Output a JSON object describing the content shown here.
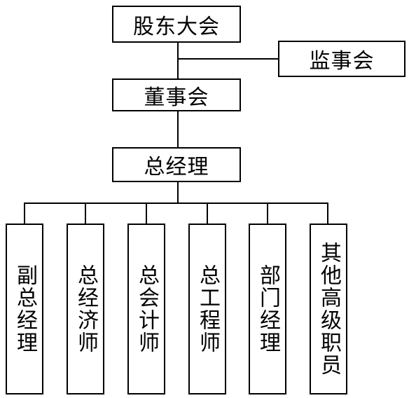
{
  "chart": {
    "top": {
      "shareholders": "股东大会",
      "supervisors": "监事会",
      "board": "董事会",
      "gm": "总经理"
    },
    "subordinates": [
      {
        "id": "deputy-gm",
        "label": "副总经理"
      },
      {
        "id": "chief-economist",
        "label": "总经济师"
      },
      {
        "id": "chief-accountant",
        "label": "总会计师"
      },
      {
        "id": "chief-engineer",
        "label": "总工程师"
      },
      {
        "id": "dept-manager",
        "label": "部门经理"
      },
      {
        "id": "other-senior",
        "label": "其他高级职员"
      }
    ]
  }
}
